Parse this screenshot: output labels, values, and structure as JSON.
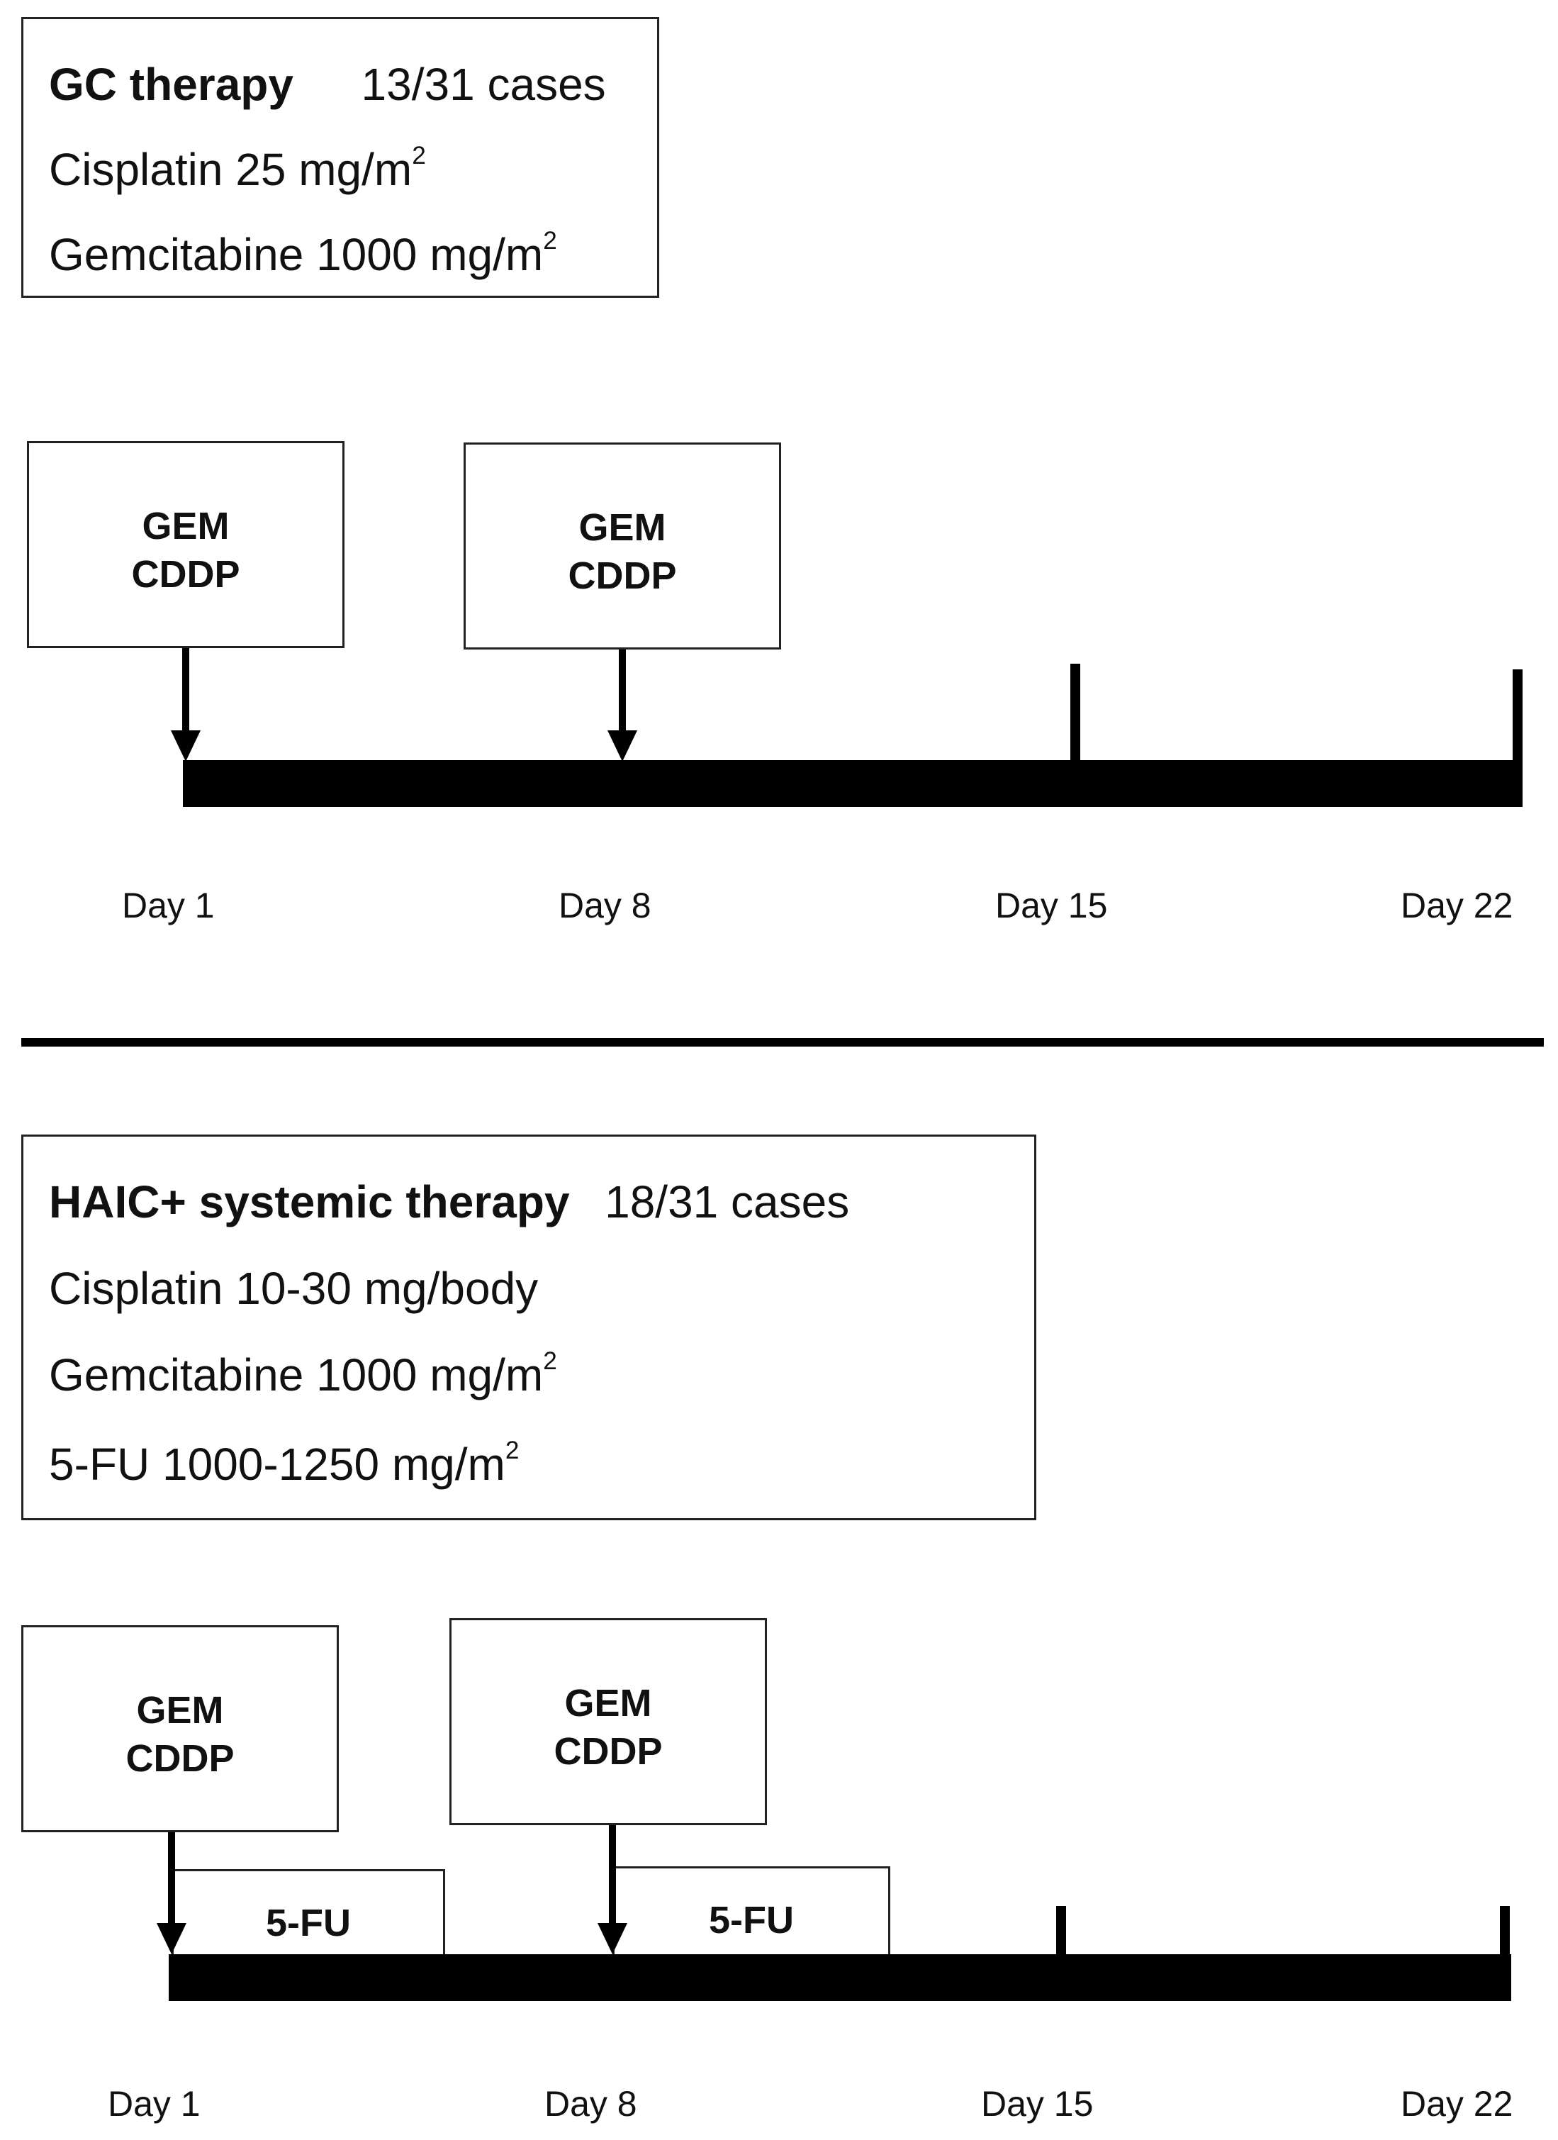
{
  "panels": [
    {
      "title_bold": "GC therapy",
      "title_cases": "13/31 cases",
      "regimen": [
        {
          "text": "Cisplatin 25 mg/m",
          "sup": "2"
        },
        {
          "text": "Gemcitabine 1000 mg/m",
          "sup": "2"
        }
      ],
      "dose_boxes": [
        {
          "line1": "GEM",
          "line2": "CDDP"
        },
        {
          "line1": "GEM",
          "line2": "CDDP"
        }
      ],
      "days": [
        "Day 1",
        "Day 8",
        "Day 15",
        "Day 22"
      ]
    },
    {
      "title_bold": "HAIC+ systemic therapy",
      "title_cases": "18/31 cases",
      "regimen": [
        {
          "text": "Cisplatin 10-30 mg/body",
          "sup": ""
        },
        {
          "text": "Gemcitabine 1000 mg/m",
          "sup": "2"
        },
        {
          "text": "5-FU 1000-1250 mg/m",
          "sup": "2"
        }
      ],
      "dose_boxes": [
        {
          "line1": "GEM",
          "line2": "CDDP"
        },
        {
          "line1": "GEM",
          "line2": "CDDP"
        }
      ],
      "infusion_boxes": [
        "5-FU",
        "5-FU"
      ],
      "days": [
        "Day 1",
        "Day 8",
        "Day 15",
        "Day 22"
      ]
    }
  ]
}
